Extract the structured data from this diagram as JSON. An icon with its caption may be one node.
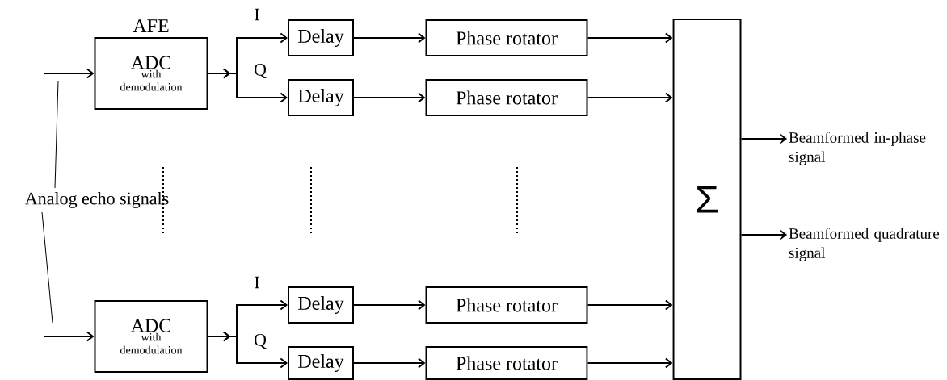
{
  "diagram": {
    "nodes": [
      {
        "text": [
          "ADC",
          "with demodulation"
        ],
        "beside": [
          "AFE"
        ]
      },
      {
        "text": [
          "Delay"
        ]
      },
      {
        "text": [
          "Delay"
        ]
      },
      {
        "text": [
          "Phase rotator"
        ]
      },
      {
        "text": [
          "Phase rotator"
        ]
      },
      {
        "text": [
          "ADC",
          "with demodulation"
        ]
      },
      {
        "text": [
          "Delay"
        ]
      },
      {
        "text": [
          "Delay"
        ]
      },
      {
        "text": [
          "Phase rotator"
        ]
      },
      {
        "text": [
          "Phase rotator"
        ]
      },
      {
        "text": [
          "Σ"
        ]
      },
      {
        "text": [
          "Analog echo signals"
        ]
      },
      {
        "text": [
          "Beamformed in-phase signal"
        ]
      },
      {
        "text": [
          "Beamformed quadrature signal"
        ]
      }
    ],
    "edges": [
      {
        "from": null,
        "to": 0,
        "arrow": "to"
      },
      {
        "from": null,
        "to": 5,
        "arrow": "to"
      },
      {
        "from": 0,
        "to": 1,
        "arrow": "to",
        "label": "I"
      },
      {
        "from": 0,
        "to": 2,
        "arrow": "to",
        "label": "Q"
      },
      {
        "from": 5,
        "to": 6,
        "arrow": "to",
        "label": "I"
      },
      {
        "from": 5,
        "to": 7,
        "arrow": "to",
        "label": "Q"
      },
      {
        "from": 1,
        "to": 3,
        "arrow": "to"
      },
      {
        "from": 2,
        "to": 4,
        "arrow": "to"
      },
      {
        "from": 6,
        "to": 8,
        "arrow": "to"
      },
      {
        "from": 7,
        "to": 9,
        "arrow": "to"
      },
      {
        "from": 3,
        "to": 10,
        "arrow": "to"
      },
      {
        "from": 4,
        "to": 10,
        "arrow": "to"
      },
      {
        "from": 8,
        "to": 10,
        "arrow": "to"
      },
      {
        "from": 9,
        "to": 10,
        "arrow": "to"
      },
      {
        "from": 10,
        "to": 12,
        "arrow": "to"
      },
      {
        "from": 10,
        "to": 13,
        "arrow": "to"
      },
      {
        "from": 11,
        "to": null,
        "arrow": "none"
      },
      {
        "from": 11,
        "to": null,
        "arrow": "none"
      }
    ]
  }
}
